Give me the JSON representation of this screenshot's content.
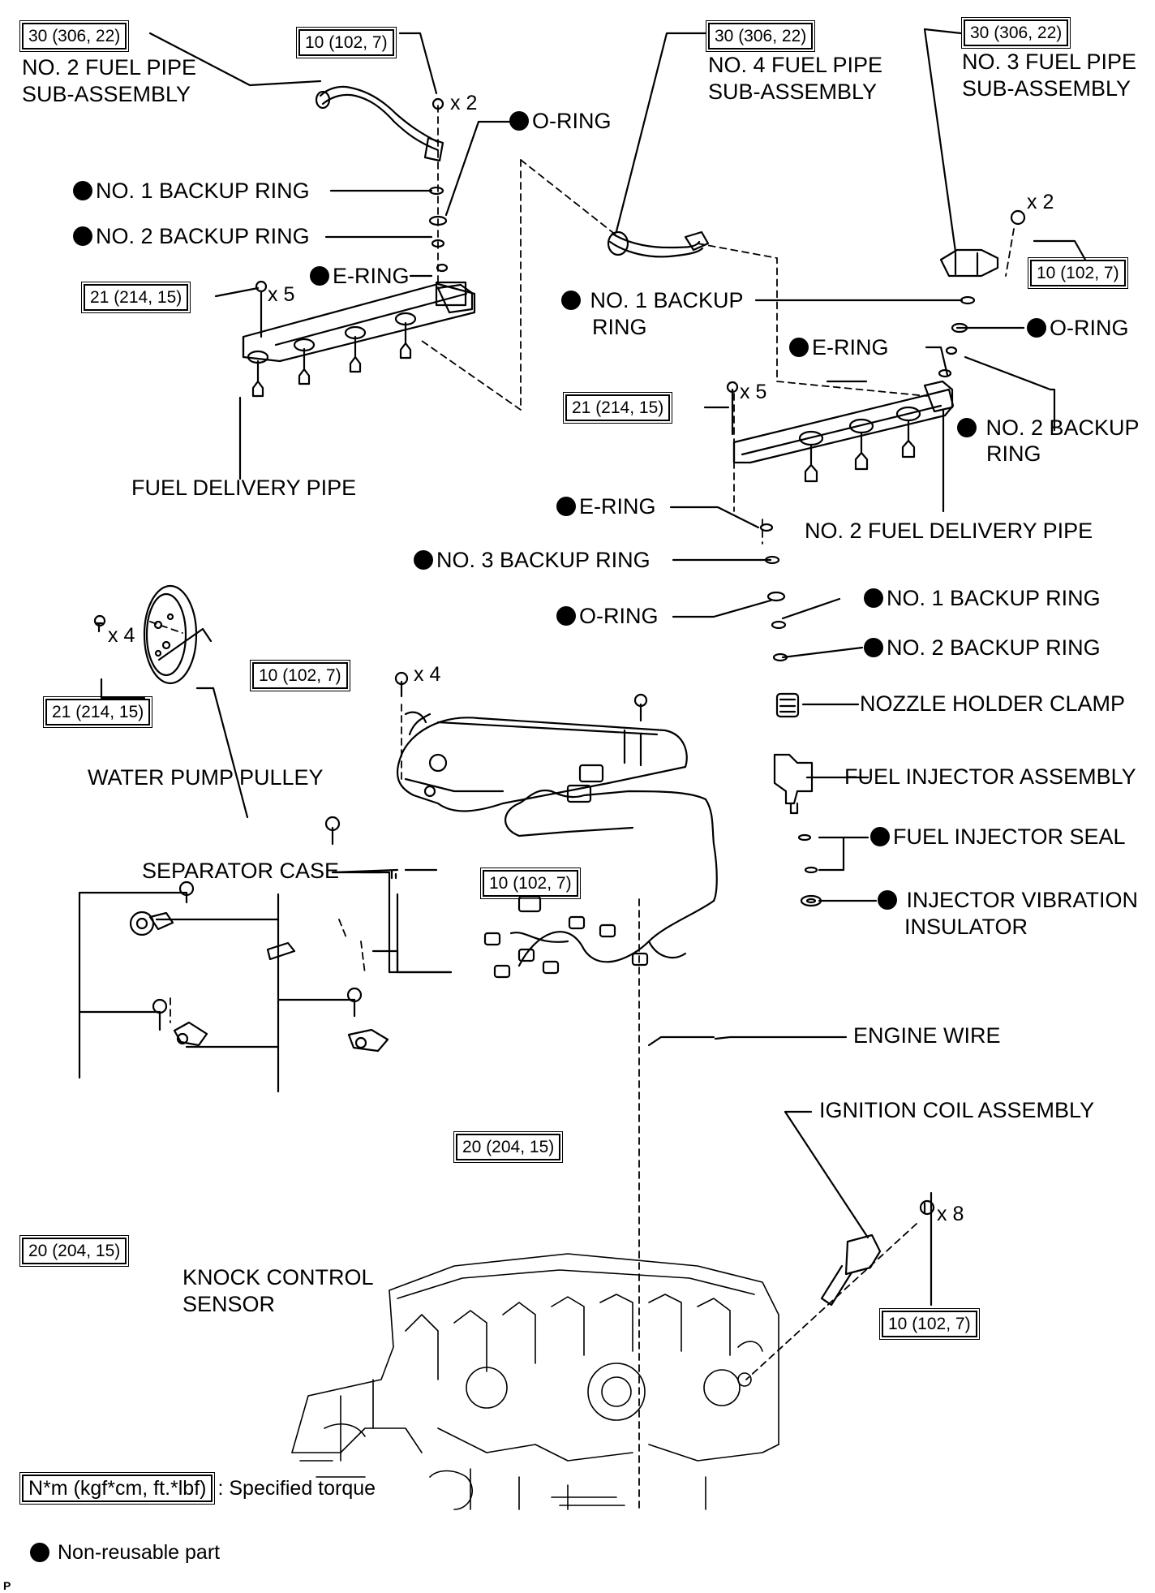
{
  "labels": {
    "no2_fuel_pipe": [
      "NO. 2 FUEL PIPE",
      "SUB-ASSEMBLY"
    ],
    "no4_fuel_pipe": [
      "NO. 4 FUEL PIPE",
      "SUB-ASSEMBLY"
    ],
    "no3_fuel_pipe": [
      "NO. 3 FUEL PIPE",
      "SUB-ASSEMBLY"
    ],
    "left_o_ring": "O-RING",
    "left_no1_backup_ring": "NO. 1 BACKUP RING",
    "left_no2_backup_ring": "NO. 2 BACKUP RING",
    "left_e_ring": "E-RING",
    "fuel_delivery_pipe": "FUEL DELIVERY PIPE",
    "right_no1_backup_ring": [
      "NO. 1 BACKUP",
      "RING"
    ],
    "right_o_ring": "O-RING",
    "right_e_ring": "E-RING",
    "right_no2_backup_ring": [
      "NO. 2 BACKUP",
      "RING"
    ],
    "no2_fuel_delivery_pipe": "NO. 2 FUEL DELIVERY PIPE",
    "inj_e_ring": "E-RING",
    "inj_no3_backup_ring": "NO. 3 BACKUP RING",
    "inj_o_ring": "O-RING",
    "inj_no1_backup_ring": "NO. 1 BACKUP RING",
    "inj_no2_backup_ring": "NO. 2 BACKUP RING",
    "nozzle_holder_clamp": "NOZZLE HOLDER CLAMP",
    "fuel_injector_assembly": "FUEL INJECTOR ASSEMBLY",
    "fuel_injector_seal": "FUEL INJECTOR SEAL",
    "injector_vibration_insulator": [
      "INJECTOR VIBRATION",
      "INSULATOR"
    ],
    "water_pump_pulley": "WATER PUMP PULLEY",
    "separator_case": "SEPARATOR CASE",
    "engine_wire": "ENGINE WIRE",
    "ignition_coil_assembly": "IGNITION COIL ASSEMBLY",
    "knock_control_sensor": [
      "KNOCK CONTROL",
      "SENSOR"
    ]
  },
  "torques": {
    "no2_fuel_pipe": "30 (306, 22)",
    "no2_fuel_pipe_bolt": "10 (102, 7)",
    "no4_fuel_pipe": "30 (306, 22)",
    "no3_fuel_pipe": "30 (306, 22)",
    "no3_fuel_pipe_bolt": "10 (102, 7)",
    "fuel_delivery_pipe_bolt": "21 (214, 15)",
    "no2_fuel_delivery_pipe_bolt": "21 (214, 15)",
    "water_pump_pulley_bolt": "21 (214, 15)",
    "separator_case_bolt": "10 (102, 7)",
    "engine_wire_bolt": "10 (102, 7)",
    "knock_sensor_right": "20 (204, 15)",
    "knock_sensor_left": "20 (204, 15)",
    "ignition_coil_bolt": "10 (102, 7)"
  },
  "counts": {
    "no2_fuel_pipe_bolt": "x 2",
    "no3_fuel_pipe_bolt": "x 2",
    "fuel_delivery_pipe_bolt": "x 5",
    "no2_fuel_delivery_pipe_bolt": "x 5",
    "water_pump_pulley_bolt": "x 4",
    "separator_case_bolt": "x 4",
    "ignition_coil_bolt": "x 8"
  },
  "legend": {
    "torque_unit": "N*m (kgf*cm, ft.*lbf)",
    "torque_text": ": Specified torque",
    "nonreusable_text": "Non-reusable part"
  },
  "corner_mark": "P"
}
